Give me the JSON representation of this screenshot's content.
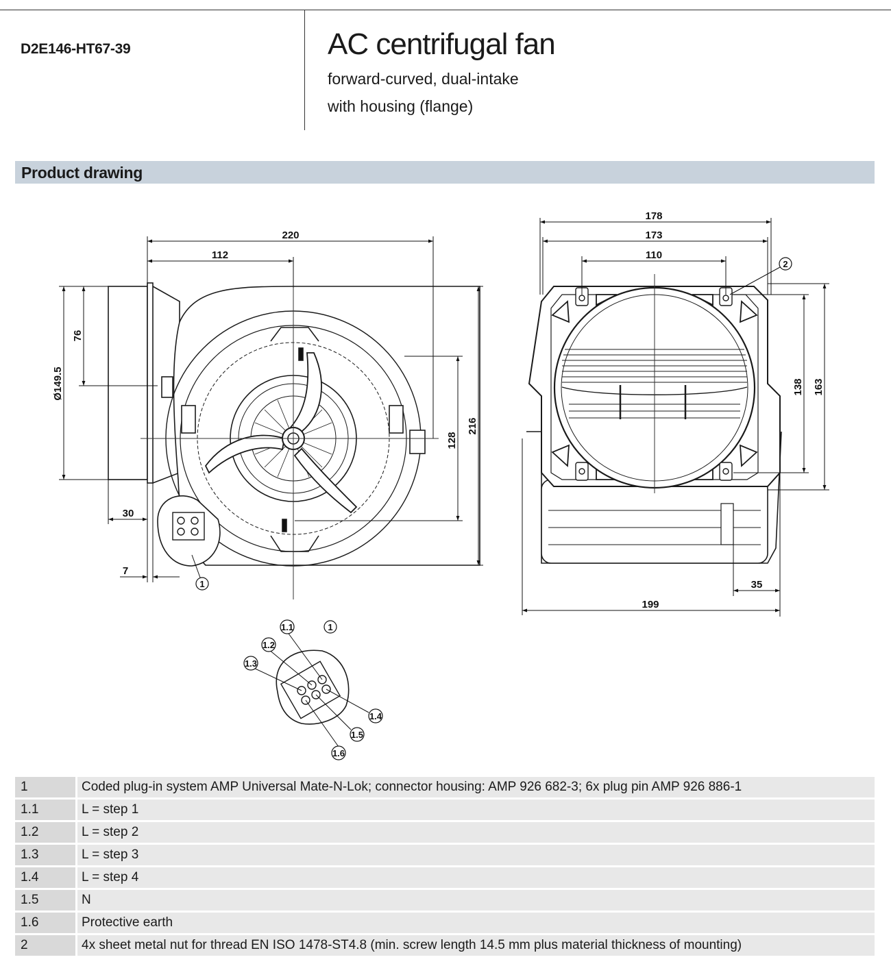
{
  "header": {
    "model": "D2E146-HT67-39",
    "title": "AC centrifugal fan",
    "subtitle_1": "forward-curved, dual-intake",
    "subtitle_2": "with housing (flange)"
  },
  "section": {
    "title": "Product drawing"
  },
  "drawing": {
    "side_view": {
      "dim_220": "220",
      "dim_112": "112",
      "dim_76": "76",
      "dim_diameter": "Ø149.5",
      "dim_128": "128",
      "dim_216": "216",
      "dim_30": "30",
      "dim_7": "7",
      "callout_1": "1"
    },
    "front_view": {
      "dim_178": "178",
      "dim_173": "173",
      "dim_110": "110",
      "dim_138": "138",
      "dim_163": "163",
      "dim_35": "35",
      "dim_199": "199",
      "callout_2": "2"
    },
    "connector_detail": {
      "c11": "1.1",
      "c12": "1.2",
      "c13": "1.3",
      "c14": "1.4",
      "c15": "1.5",
      "c16": "1.6",
      "c1": "1"
    }
  },
  "legend": [
    {
      "key": "1",
      "text": "Coded plug-in system AMP Universal Mate-N-Lok; connector housing: AMP 926 682-3; 6x plug pin AMP 926 886-1"
    },
    {
      "key": "1.1",
      "text": "L = step 1"
    },
    {
      "key": "1.2",
      "text": "L = step 2"
    },
    {
      "key": "1.3",
      "text": "L = step 3"
    },
    {
      "key": "1.4",
      "text": "L = step 4"
    },
    {
      "key": "1.5",
      "text": "N"
    },
    {
      "key": "1.6",
      "text": "Protective earth"
    },
    {
      "key": "2",
      "text": "4x sheet metal nut for thread EN ISO 1478-ST4.8 (min. screw length 14.5 mm plus material thickness of mounting)"
    }
  ]
}
